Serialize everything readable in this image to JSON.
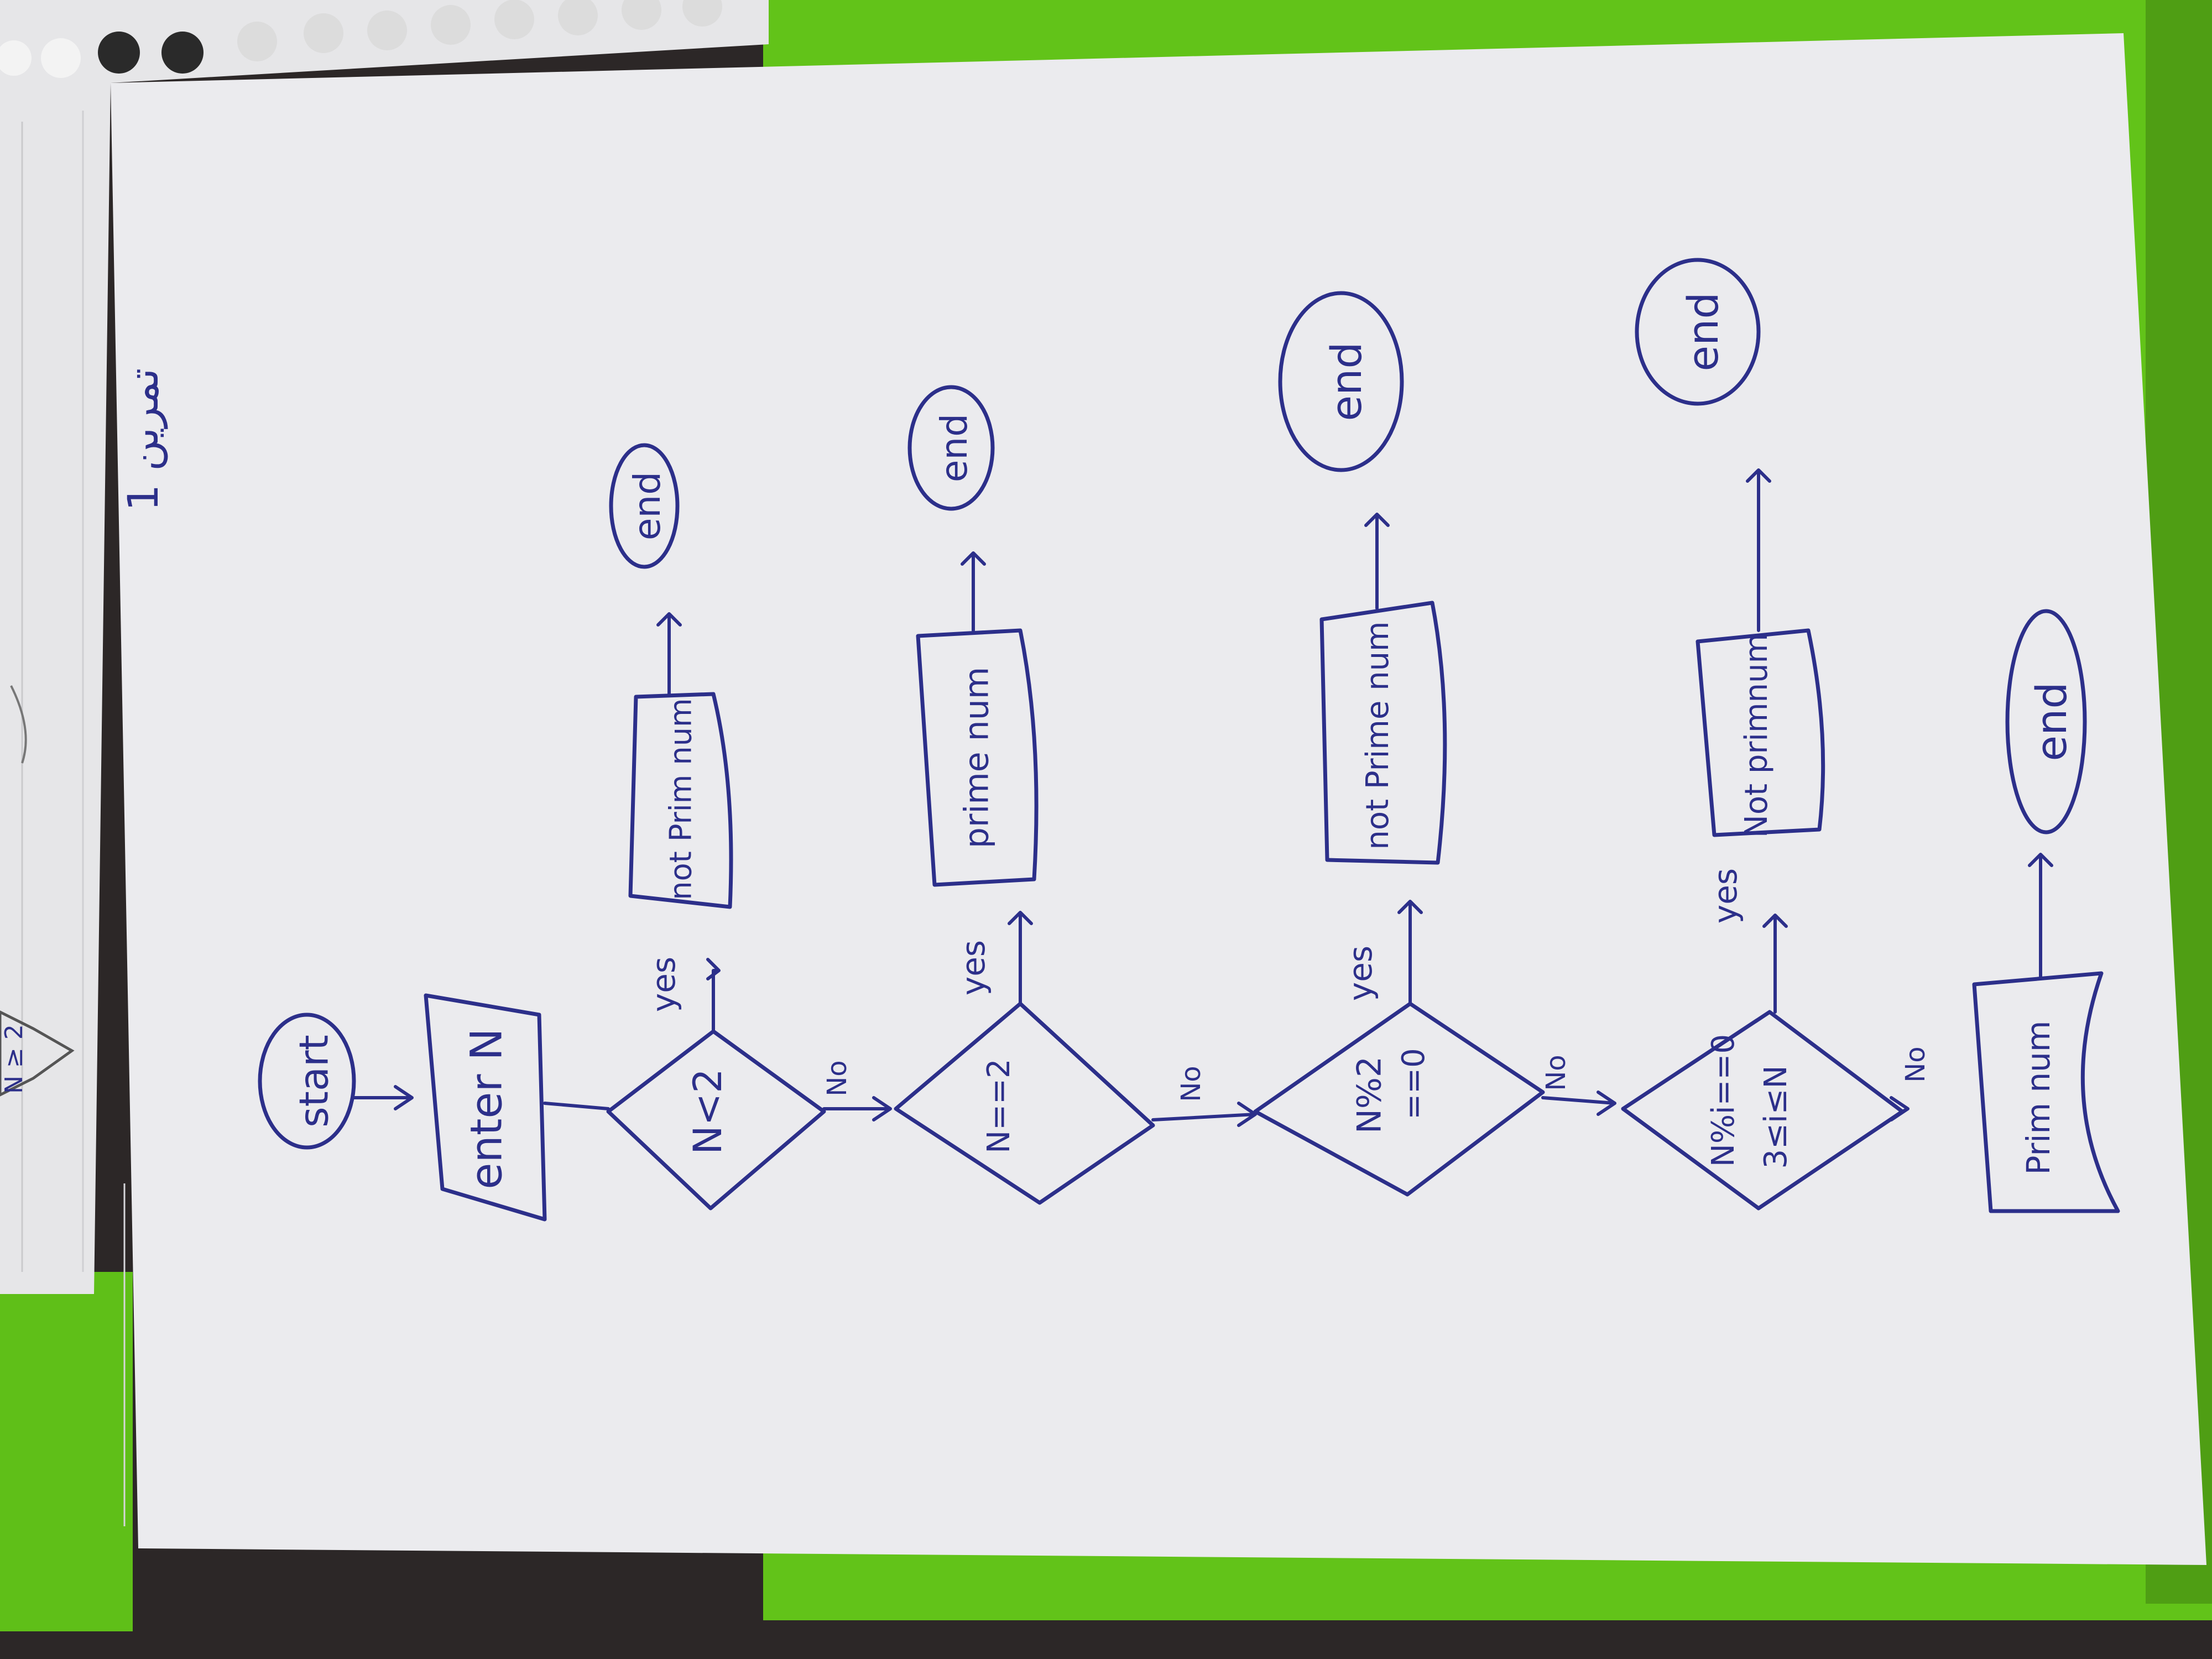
{
  "marginalia": {
    "top_note": "1 تمرين",
    "corner_note": "N ≥ 2"
  },
  "terminals": {
    "start": "start",
    "end": "end"
  },
  "input": {
    "label": "enter N"
  },
  "decisions": {
    "d1": "N<2",
    "d2": "N==2",
    "d3_line1": "N%2",
    "d3_line2": "==0",
    "d4_line1": "N%i==0",
    "d4_line2": "3≤i≤N"
  },
  "outputs": {
    "o1": "not Prim num",
    "o2": "prime num",
    "o3": "not Prime num",
    "o4": "Not primnum",
    "o5": "Prim num"
  },
  "branches": {
    "yes": "yes",
    "no": "No"
  },
  "colors": {
    "ink": "#2c2f8a",
    "paper": "#ebebee",
    "folder": "#62c319",
    "background": "#2c2727"
  }
}
